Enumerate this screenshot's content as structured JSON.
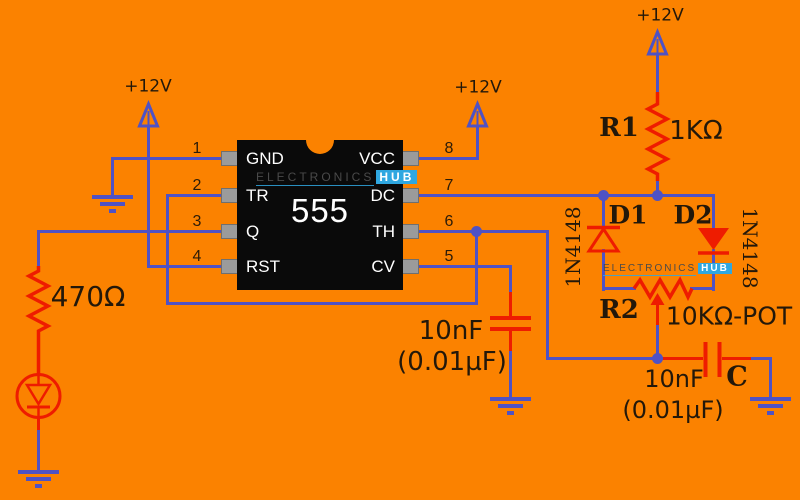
{
  "colors": {
    "bg": "#fb8200",
    "wire": "#4f52c4",
    "component": "#ee1c00",
    "ic_body": "#0a0a0a",
    "pin_pad": "#9b9b9b",
    "text": "#23180a",
    "ic_text": "#ffffff",
    "watermark_highlight": "#2fa7e0"
  },
  "ic": {
    "part_number": "555",
    "left_pins": [
      {
        "num": "1",
        "label": "GND"
      },
      {
        "num": "2",
        "label": "TR"
      },
      {
        "num": "3",
        "label": "Q"
      },
      {
        "num": "4",
        "label": "RST"
      }
    ],
    "right_pins": [
      {
        "num": "8",
        "label": "VCC"
      },
      {
        "num": "7",
        "label": "DC"
      },
      {
        "num": "6",
        "label": "TH"
      },
      {
        "num": "5",
        "label": "CV"
      }
    ]
  },
  "watermark": {
    "text": "ELECTRONICS",
    "highlight": "HUB"
  },
  "components": {
    "supply_left": {
      "label": "+12V"
    },
    "supply_mid": {
      "label": "+12V"
    },
    "supply_right": {
      "label": "+12V"
    },
    "r1": {
      "name": "R1",
      "value": "1KΩ"
    },
    "r2": {
      "name": "R2",
      "value": "10KΩ-POT"
    },
    "r_led": {
      "value": "470Ω"
    },
    "d1": {
      "name": "D1",
      "part": "1N4148"
    },
    "d2": {
      "name": "D2",
      "part": "1N4148"
    },
    "cap_cv": {
      "value": "10nF",
      "alt": "(0.01µF)"
    },
    "cap_c": {
      "name": "C",
      "value": "10nF",
      "alt": "(0.01µF)"
    }
  }
}
